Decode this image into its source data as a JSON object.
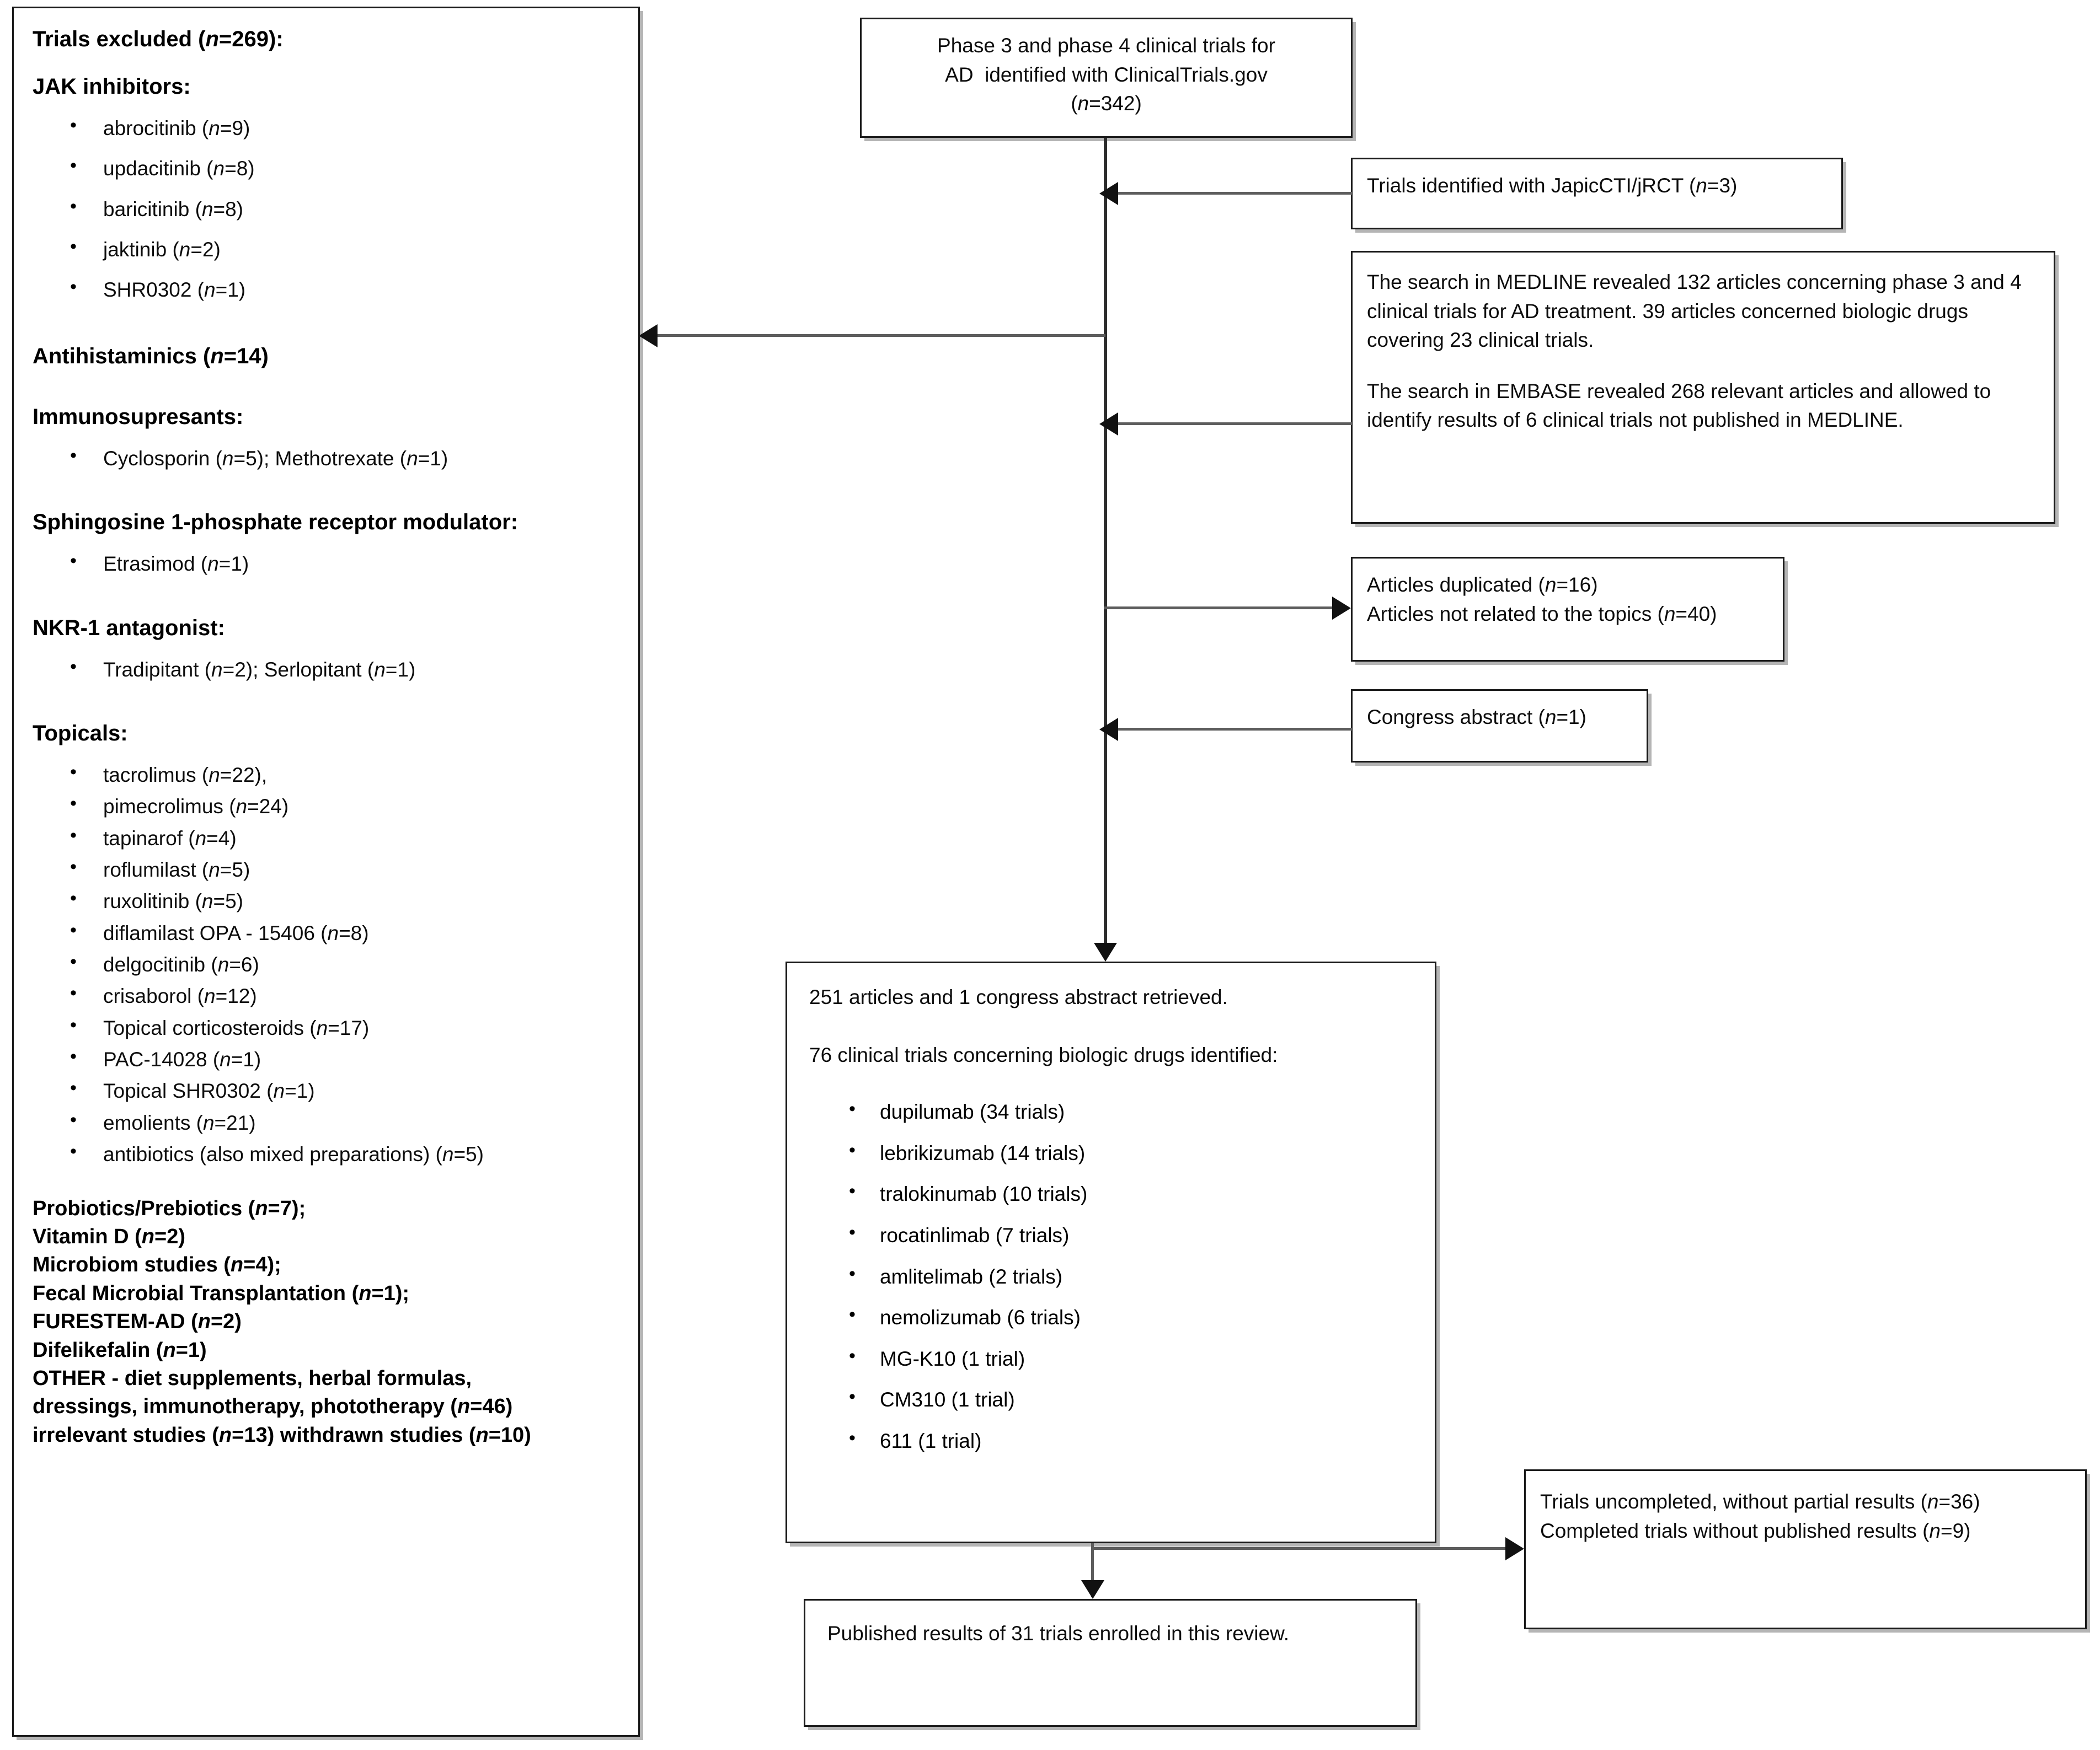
{
  "diagram": {
    "title": "PRISMA-style flow diagram of clinical trial identification and selection",
    "type": "flowchart"
  },
  "excluded_box": {
    "heading": "Trials excluded (n=269):",
    "groups": [
      {
        "name": "jak-inhibitors",
        "label": "JAK inhibitors:",
        "items": [
          "abrocitinib (n=9)",
          "updacitinib (n=8)",
          "baricitinib (n=8)",
          "jaktinib (n=2)",
          "SHR0302 (n=1)"
        ]
      },
      {
        "name": "antihistaminics",
        "label": "Antihistaminics (n=14)",
        "items": []
      },
      {
        "name": "immunosupresants",
        "label": "Immunosupresants:",
        "items": [
          "Cyclosporin (n=5); Methotrexate (n=1)"
        ]
      },
      {
        "name": "s1p-receptor-modulator",
        "label": "Sphingosine 1-phosphate receptor modulator:",
        "items": [
          "Etrasimod (n=1)"
        ]
      },
      {
        "name": "nkr1-antagonist",
        "label": "NKR-1 antagonist:",
        "items": [
          "Tradipitant (n=2); Serlopitant (n=1)"
        ]
      },
      {
        "name": "topicals",
        "label": "Topicals:",
        "items": [
          "tacrolimus (n=22),",
          "pimecrolimus (n=24)",
          "tapinarof (n=4)",
          "roflumilast (n=5)",
          "ruxolitinib (n=5)",
          "diflamilast OPA - 15406 (n=8)",
          "delgocitinib (n=6)",
          "crisaborol (n=12)",
          "Topical corticosteroids (n=17)",
          "PAC-14028 (n=1)",
          "Topical SHR0302 (n=1)",
          "emolients (n=21)",
          "antibiotics (also mixed preparations) (n=5)"
        ]
      }
    ],
    "tail_lines": [
      "Probiotics/Prebiotics (n=7);",
      "Vitamin D (n=2)",
      "Microbiom studies (n=4);",
      "Fecal Microbial Transplantation (n=1);",
      "FURESTEM-AD (n=2)",
      "Difelikefalin (n=1)",
      "OTHER - diet supplements, herbal formulas,",
      "dressings, immunotherapy, phototherapy (n=46)",
      "irrelevant studies (n=13) withdrawn studies (n=10)"
    ]
  },
  "source_box": {
    "line1": "Phase 3 and phase 4 clinical trials for",
    "line2": "AD  identified with ClinicalTrials.gov",
    "line3": "(n=342)"
  },
  "japic_box": {
    "text": "Trials identified with JapicCTI/jRCT (n=3)"
  },
  "database_box": {
    "paragraph1": "The search in MEDLINE revealed 132 articles concerning phase 3 and 4 clinical trials for AD treatment. 39 articles concerned biologic drugs covering 23 clinical trials.",
    "paragraph2": "The search in EMBASE revealed 268 relevant articles and allowed to identify results of 6 clinical trials not published in MEDLINE."
  },
  "duplicates_box": {
    "line1": "Articles duplicated (n=16)",
    "line2": "Articles not related to the topics (n=40)"
  },
  "congress_box": {
    "text": "Congress abstract (n=1)"
  },
  "retrieved_box": {
    "paragraph1": "251 articles and 1 congress abstract retrieved.",
    "paragraph2": "76 clinical trials concerning biologic drugs identified:",
    "drugs": [
      "dupilumab (34 trials)",
      "lebrikizumab (14 trials)",
      "tralokinumab (10 trials)",
      "rocatinlimab (7 trials)",
      "amlitelimab (2 trials)",
      "nemolizumab (6 trials)",
      "MG-K10 (1 trial)",
      "CM310 (1 trial)",
      "611 (1 trial)"
    ]
  },
  "uncompleted_box": {
    "line1": "Trials uncompleted, without partial results (n=36)",
    "line2": "Completed trials without published results (n=9)"
  },
  "final_box": {
    "text": "Published results of 31 trials enrolled in this review."
  },
  "colors": {
    "border": "#1a1a1a",
    "connector": "#5d5d5d",
    "arrowhead": "#111111",
    "text": "#0d0d0d",
    "background": "#ffffff"
  }
}
